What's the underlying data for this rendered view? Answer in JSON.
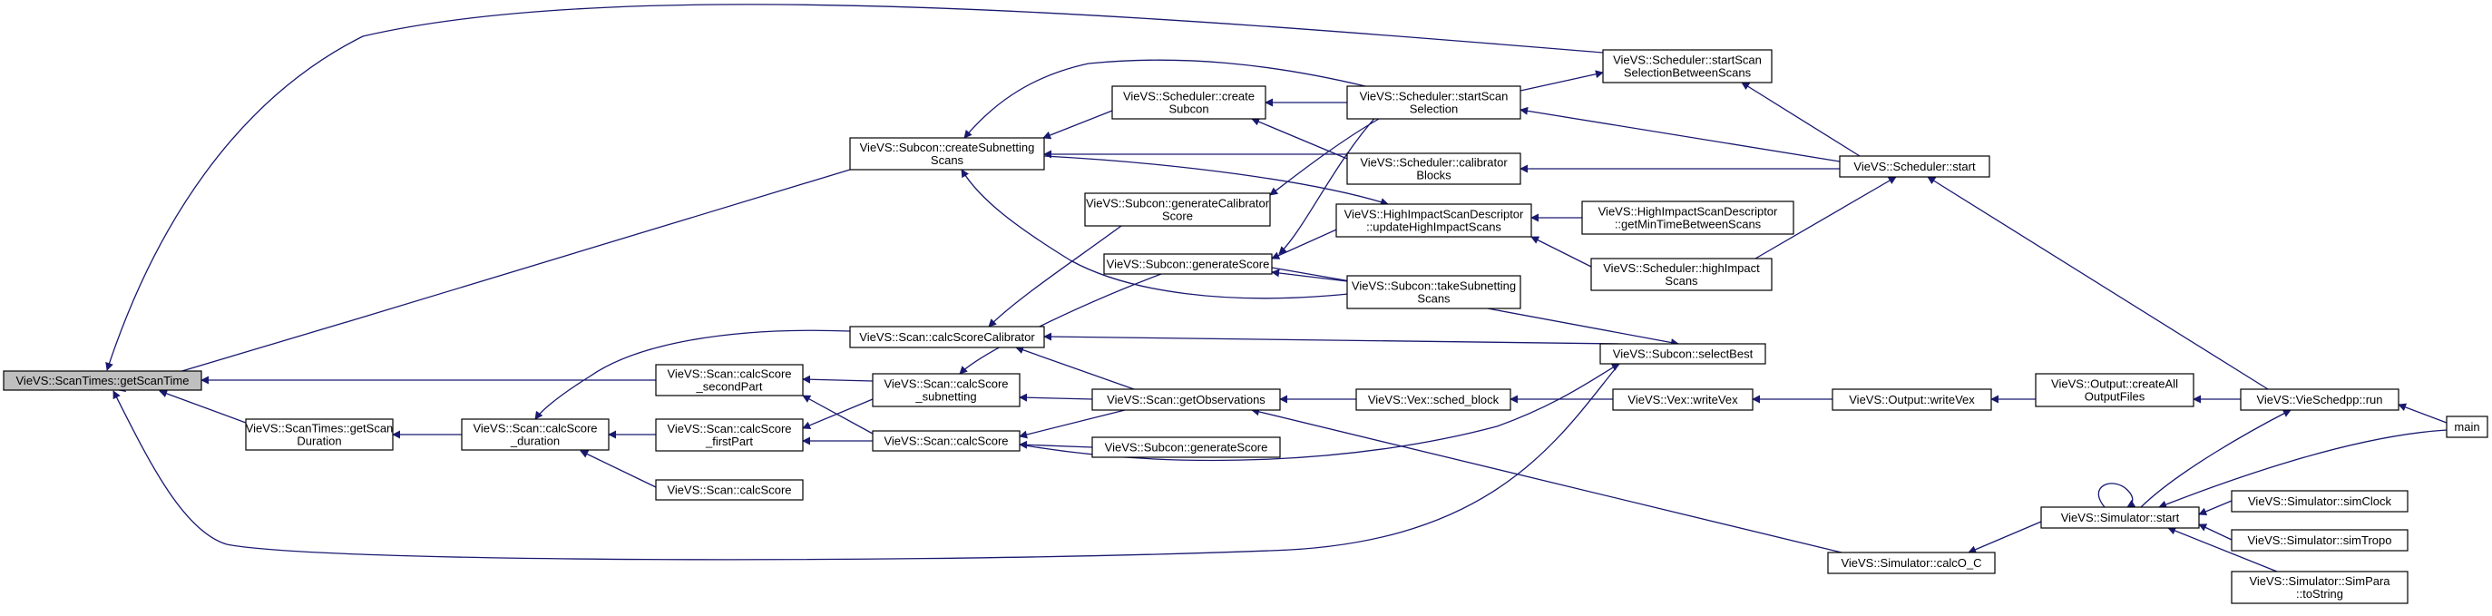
{
  "title": "",
  "colors": {
    "edge": "#191970",
    "node_border": "#000000",
    "root_fill": "#bfbfbf",
    "node_fill": "#ffffff"
  },
  "nodes": {
    "getScanTime": [
      "VieVS::ScanTimes::getScanTime"
    ],
    "createSubnettingScans": [
      "VieVS::Subcon::createSubnetting",
      "Scans"
    ],
    "calcScoreCalibrator": [
      "VieVS::Scan::calcScoreCalibrator"
    ],
    "calcScoreSecondPart": [
      "VieVS::Scan::calcScore",
      "_secondPart"
    ],
    "getScanDuration": [
      "VieVS::ScanTimes::getScan",
      "Duration"
    ],
    "selectBest": [
      "VieVS::Subcon::selectBest"
    ],
    "generateCalibratorScore": [
      "VieVS::Subcon::generateCalibrator",
      "Score"
    ],
    "calcScoreSubnetting": [
      "VieVS::Scan::calcScore",
      "_subnetting"
    ],
    "calcScoreDuration": [
      "VieVS::Scan::calcScore",
      "_duration"
    ],
    "startScanSelectionBetweenScans": [
      "VieVS::Scheduler::startScan",
      "SelectionBetweenScans"
    ],
    "createSubcon": [
      "VieVS::Scheduler::create",
      "Subcon"
    ],
    "startScanSelection": [
      "VieVS::Scheduler::startScan",
      "Selection"
    ],
    "calibratorBlocks": [
      "VieVS::Scheduler::calibrator",
      "Blocks"
    ],
    "updateHighImpactScans": [
      "VieVS::HighImpactScanDescriptor",
      "::updateHighImpactScans"
    ],
    "generateScore1": [
      "VieVS::Subcon::generateScore"
    ],
    "takeSubnettingScans": [
      "VieVS::Subcon::takeSubnetting",
      "Scans"
    ],
    "getObservations": [
      "VieVS::Scan::getObservations"
    ],
    "calcScore1": [
      "VieVS::Scan::calcScore"
    ],
    "generateScore2": [
      "VieVS::Subcon::generateScore"
    ],
    "calcScoreFirstPart": [
      "VieVS::Scan::calcScore",
      "_firstPart"
    ],
    "calcScore2": [
      "VieVS::Scan::calcScore"
    ],
    "schedulerStart": [
      "VieVS::Scheduler::start"
    ],
    "getMinTimeBetweenScans": [
      "VieVS::HighImpactScanDescriptor",
      "::getMinTimeBetweenScans"
    ],
    "highImpactScans": [
      "VieVS::Scheduler::highImpact",
      "Scans"
    ],
    "schedBlock": [
      "VieVS::Vex::sched_block"
    ],
    "writeVex1": [
      "VieVS::Vex::writeVex"
    ],
    "writeVex2": [
      "VieVS::Output::writeVex"
    ],
    "createAllOutputFiles": [
      "VieVS::Output::createAll",
      "OutputFiles"
    ],
    "run": [
      "VieVS::VieSchedpp::run"
    ],
    "main": [
      "main"
    ],
    "simulatorStart": [
      "VieVS::Simulator::start"
    ],
    "calcOC": [
      "VieVS::Simulator::calcO_C"
    ],
    "simClock": [
      "VieVS::Simulator::simClock"
    ],
    "simTropo": [
      "VieVS::Simulator::simTropo"
    ],
    "simParaToString": [
      "VieVS::Simulator::SimPara",
      "::toString"
    ]
  }
}
